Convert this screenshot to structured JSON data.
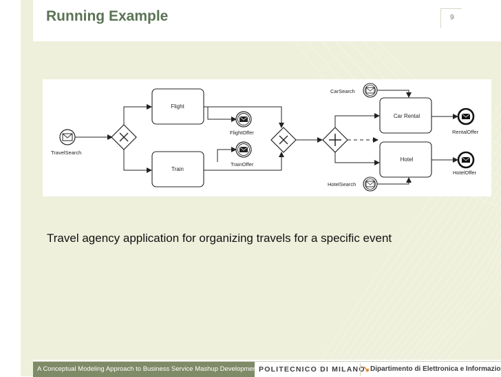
{
  "slide": {
    "title": "Running Example",
    "page_number": "9",
    "caption": "Travel agency application for organizing travels for a specific event"
  },
  "diagram": {
    "tasks": [
      "Flight",
      "Train",
      "Car Rental",
      "Hotel"
    ],
    "messages": {
      "travel_search": "TravelSearch",
      "flight_offer": "FlightOffer",
      "train_offer": "TrainOffer",
      "car_search": "CarSearch",
      "hotel_search": "HotelSearch",
      "rental_offer": "RentalOffer",
      "hotel_offer": "HotelOffer"
    }
  },
  "footer": {
    "course": "A Conceptual Modeling Approach to Business Service Mashup Development",
    "university": "POLITECNICO DI MILANO",
    "department": "Dipartimento di Elettronica e Informazione"
  }
}
